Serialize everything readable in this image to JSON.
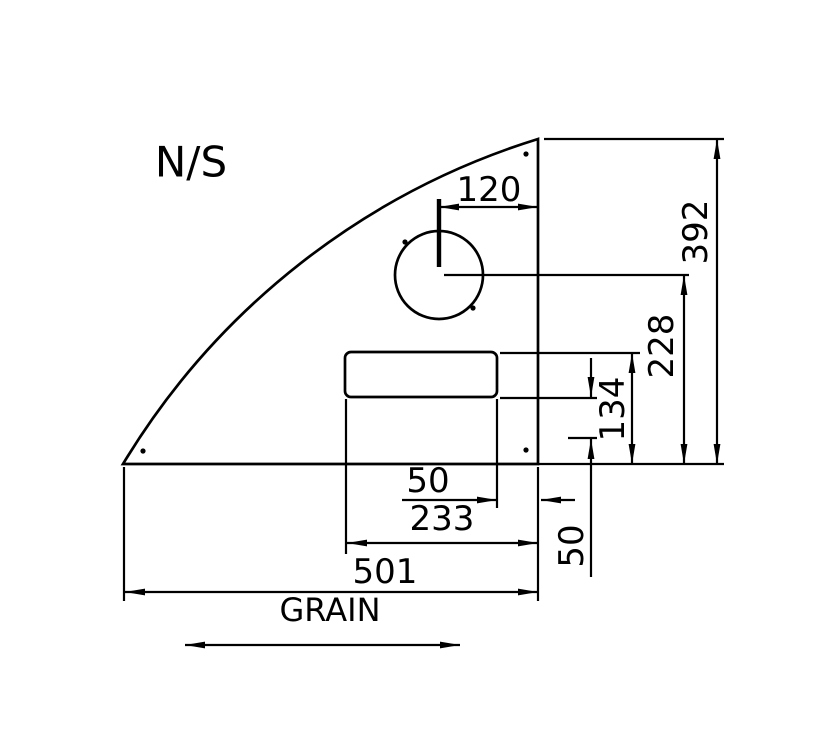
{
  "drawing": {
    "part_label": "N/S",
    "grain_label": "GRAIN",
    "line_color": "#000000",
    "background_color": "#ffffff",
    "dimensions": {
      "hole_center_to_right_edge": "120",
      "panel_height": "392",
      "hole_center_to_bottom_edge": "228",
      "slot_top_to_bottom_edge": "134",
      "slot_right_to_right_edge": "50",
      "slot_bottom_to_datum": "50",
      "slot_left_to_right_edge": "233",
      "panel_width": "501"
    }
  }
}
